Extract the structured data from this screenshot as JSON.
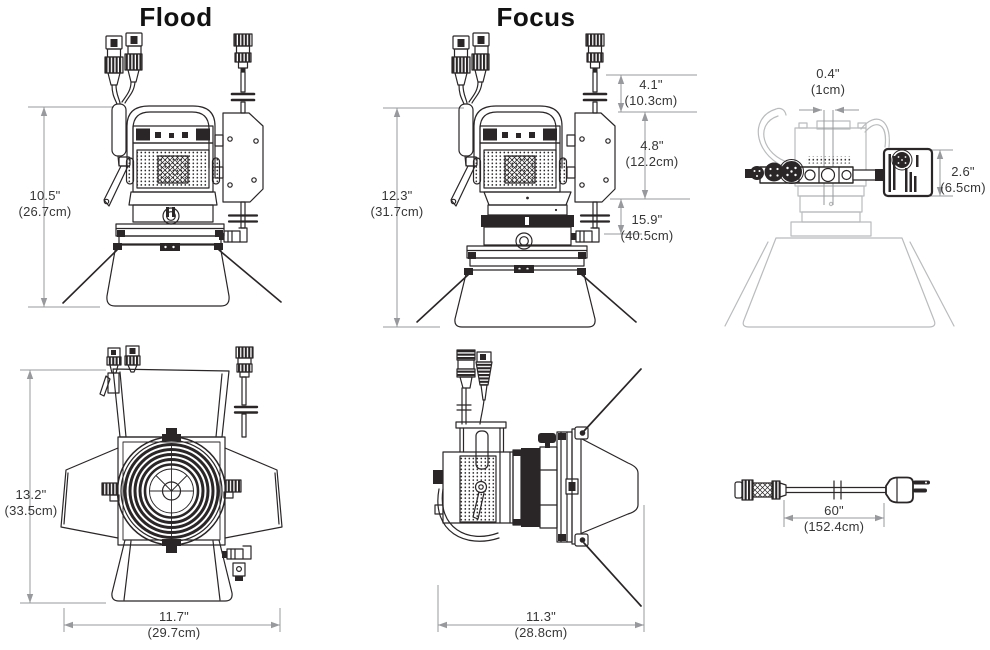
{
  "titles": {
    "flood": "Flood",
    "focus": "Focus"
  },
  "colors": {
    "line_art": "#2a2627",
    "ghost_body": "#b9bbbd",
    "dimension_lines": "#97999c",
    "dimension_text": "#363636"
  },
  "views": {
    "flood_front": {
      "height": {
        "inches": "10.5\"",
        "metric": "(26.7cm)"
      }
    },
    "focus_front": {
      "height": {
        "inches": "12.3\"",
        "metric": "(31.7cm)"
      },
      "yoke_clearance": {
        "inches": "4.1\"",
        "metric": "(10.3cm)"
      },
      "psu_height": {
        "inches": "4.8\"",
        "metric": "(12.2cm)"
      },
      "overall_height": {
        "inches": "15.9\"",
        "metric": "(40.5cm)"
      }
    },
    "top": {
      "lens_offset": {
        "inches": "0.4\"",
        "metric": "(1cm)"
      },
      "psu_depth": {
        "inches": "2.6\"",
        "metric": "(6.5cm)"
      }
    },
    "barndoor_front": {
      "height": {
        "inches": "13.2\"",
        "metric": "(33.5cm)"
      },
      "width": {
        "inches": "11.7\"",
        "metric": "(29.7cm)"
      }
    },
    "side": {
      "depth": {
        "inches": "11.3\"",
        "metric": "(28.8cm)"
      }
    },
    "power_cable": {
      "length": {
        "inches": "60\"",
        "metric": "(152.4cm)"
      }
    }
  }
}
